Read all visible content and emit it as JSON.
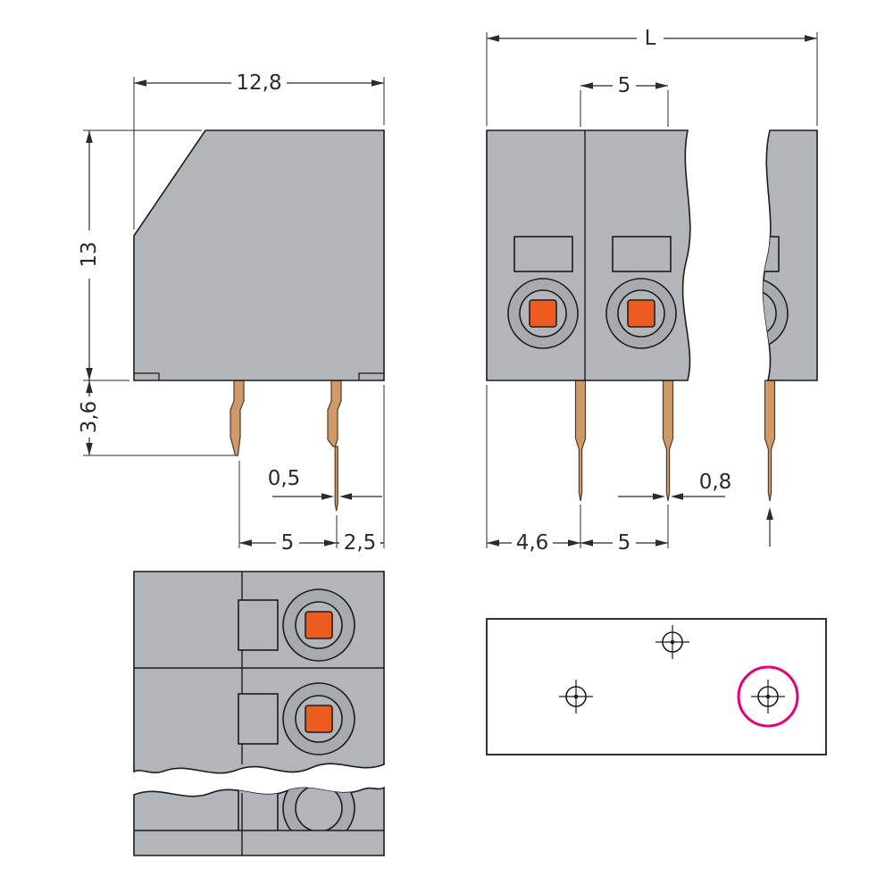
{
  "drawing": {
    "kind": "terminal-block-dimensional-drawing"
  },
  "colors": {
    "housing_gray": "#b2b6b8",
    "housing_gray_dark": "#a7abad",
    "outline_black": "#1c1c1c",
    "pushbutton_orange": "#ec5b1f",
    "pin_copper": "#d09a68",
    "highlight_magenta": "#e5007d",
    "dimension_text": "#2b2b2b"
  },
  "side_view": {
    "width": "12,8",
    "height": "13",
    "pin_length": "3,6",
    "pin_tip_width": "0,5",
    "pin_spacing": "5",
    "pin_to_edge": "2,5"
  },
  "front_view": {
    "total_length": "L",
    "pole_pitch": "5",
    "edge_to_first_pin": "4,6",
    "pin_spacing": "5",
    "pin_tip_width": "0,8"
  }
}
